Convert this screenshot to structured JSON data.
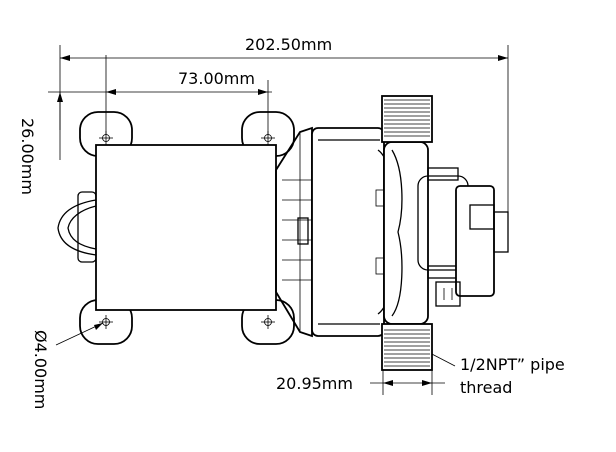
{
  "dimensions": {
    "overall_length": "202.50mm",
    "mount_spacing": "73.00mm",
    "mount_offset": "26.00mm",
    "hole_diameter": "Ø4.00mm",
    "port_width": "20.95mm"
  },
  "notes": {
    "thread_line1": "1/2NPT” pipe",
    "thread_line2": "thread"
  }
}
